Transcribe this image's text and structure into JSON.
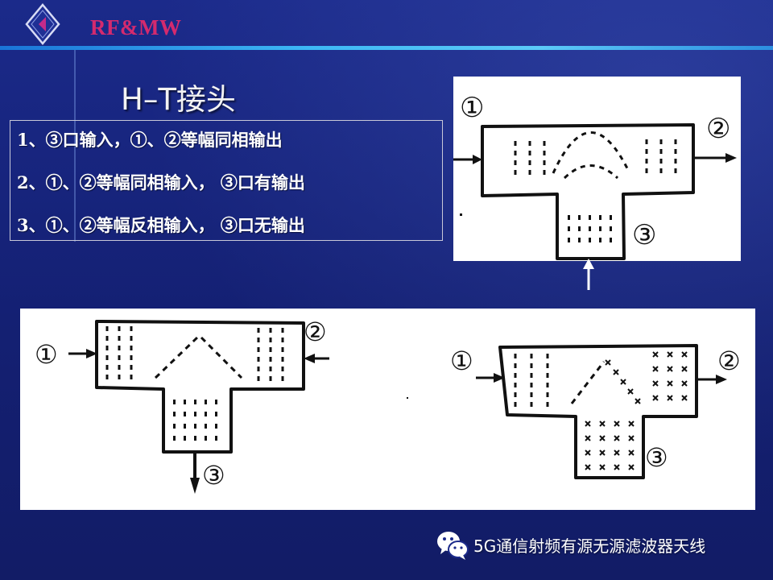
{
  "header": {
    "brand": "RF&MW"
  },
  "title": "H–T接头",
  "items": [
    "1、③口输入，①、②等幅同相输出",
    "2、①、②等幅同相输入， ③口有输出",
    "3、①、②等幅反相输入， ③口无输出"
  ],
  "figure_top": {
    "port1": "①",
    "port2": "②",
    "port3": "③"
  },
  "figure_bottom_left": {
    "port1": "①",
    "port2": "②",
    "port3": "③"
  },
  "figure_bottom_right": {
    "port1": "①",
    "port2": "②",
    "port3": "③"
  },
  "footer": {
    "icon": "wechat-icon",
    "text": "5G通信射频有源无源滤波器天线"
  },
  "colors": {
    "brand": "#d42a6e",
    "background": "#1b2a8a",
    "rule": "#3db8f5"
  }
}
